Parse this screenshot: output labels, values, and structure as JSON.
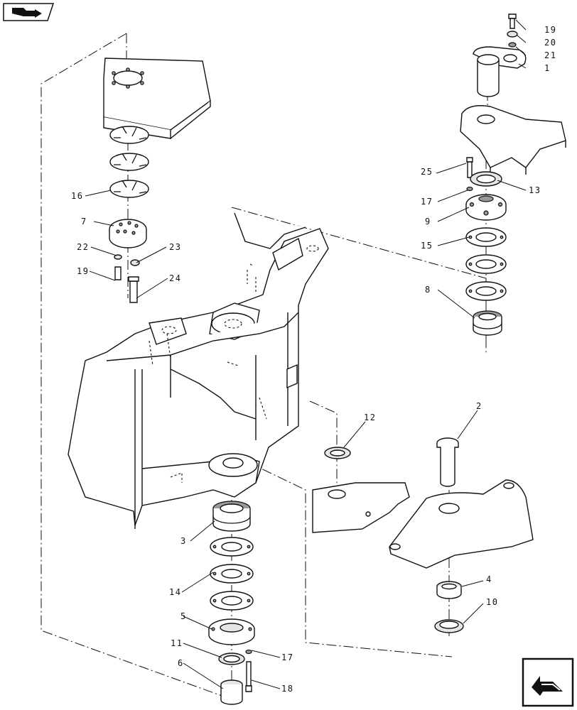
{
  "nav": {
    "back_icon": "book-return-icon",
    "next_icon": "arrow-return-icon"
  },
  "callouts": {
    "n1": "1",
    "n2": "2",
    "n3": "3",
    "n4": "4",
    "n5": "5",
    "n6": "6",
    "n7": "7",
    "n8": "8",
    "n9": "9",
    "n10": "10",
    "n11": "11",
    "n12": "12",
    "n13": "13",
    "n14": "14",
    "n15": "15",
    "n16": "16",
    "n17a": "17",
    "n17b": "17",
    "n18": "18",
    "n19a": "19",
    "n19b": "19",
    "n20": "20",
    "n21": "21",
    "n22": "22",
    "n23": "23",
    "n24": "24",
    "n25": "25"
  }
}
